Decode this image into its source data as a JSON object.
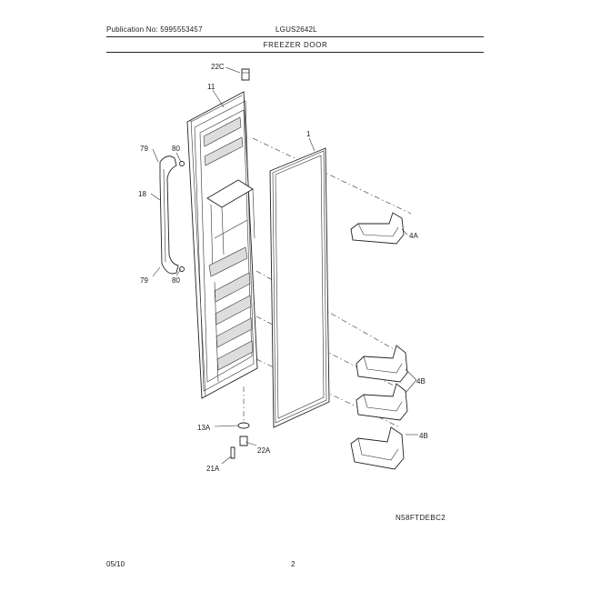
{
  "header": {
    "publication": "Publication No: 5995553457",
    "model": "LGUS2642L",
    "section_title": "FREEZER DOOR"
  },
  "diagram": {
    "callouts": [
      "22C",
      "11",
      "1",
      "79",
      "80",
      "18",
      "79",
      "80",
      "4A",
      "4B",
      "4B",
      "13A",
      "22A",
      "21A"
    ]
  },
  "footer": {
    "figure_code": "N58FTDEBC2",
    "date": "05/10",
    "page": "2"
  }
}
